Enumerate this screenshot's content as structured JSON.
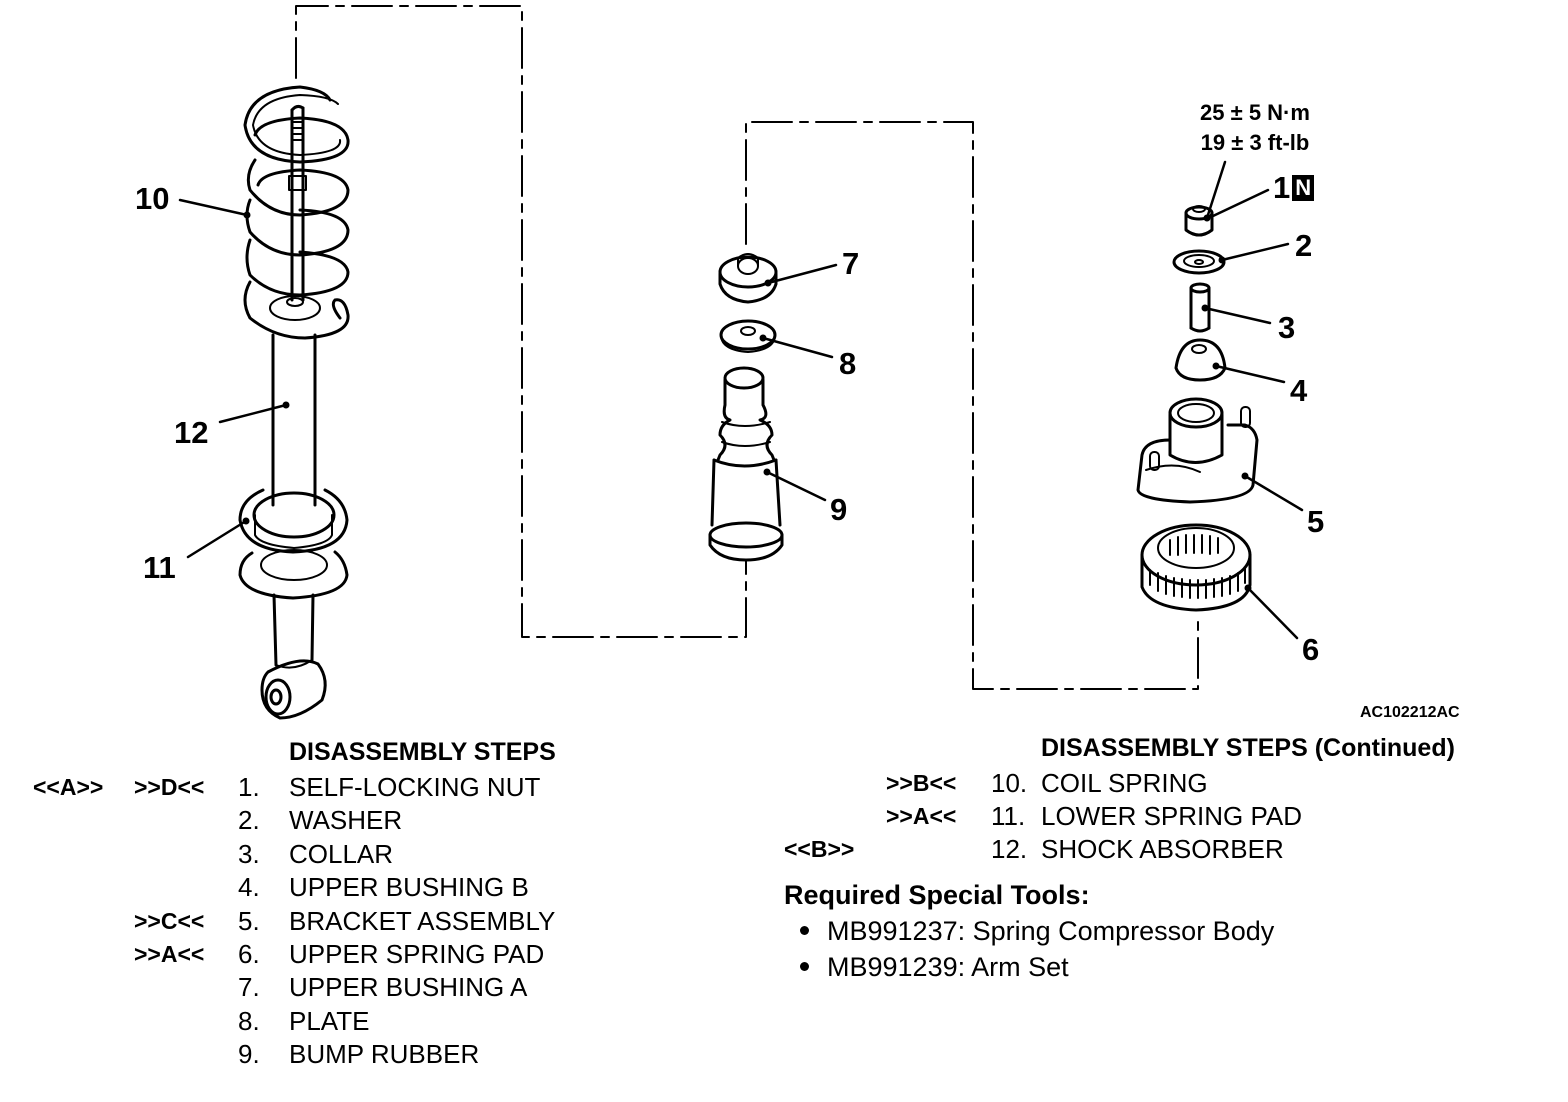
{
  "diagram": {
    "part_labels": [
      {
        "num": "1",
        "name": "self-locking-nut",
        "marker": "N"
      },
      {
        "num": "2",
        "name": "washer"
      },
      {
        "num": "3",
        "name": "collar"
      },
      {
        "num": "4",
        "name": "upper-bushing-b"
      },
      {
        "num": "5",
        "name": "bracket-assembly"
      },
      {
        "num": "6",
        "name": "upper-spring-pad"
      },
      {
        "num": "7",
        "name": "upper-bushing-a"
      },
      {
        "num": "8",
        "name": "plate"
      },
      {
        "num": "9",
        "name": "bump-rubber"
      },
      {
        "num": "10",
        "name": "coil-spring"
      },
      {
        "num": "11",
        "name": "lower-spring-pad"
      },
      {
        "num": "12",
        "name": "shock-absorber"
      }
    ],
    "torque_nm": "25 ± 5 N·m",
    "torque_ftlb": "19 ± 3 ft-lb",
    "figure_code": "AC102212AC"
  },
  "steps": {
    "title": "DISASSEMBLY STEPS",
    "items": [
      {
        "left_mark": "<<A>>",
        "mark": ">>D<<",
        "num": "1.",
        "text": "SELF-LOCKING NUT"
      },
      {
        "left_mark": "",
        "mark": "",
        "num": "2.",
        "text": "WASHER"
      },
      {
        "left_mark": "",
        "mark": "",
        "num": "3.",
        "text": "COLLAR"
      },
      {
        "left_mark": "",
        "mark": "",
        "num": "4.",
        "text": "UPPER BUSHING B"
      },
      {
        "left_mark": "",
        "mark": ">>C<<",
        "num": "5.",
        "text": "BRACKET ASSEMBLY"
      },
      {
        "left_mark": "",
        "mark": ">>A<<",
        "num": "6.",
        "text": "UPPER SPRING PAD"
      },
      {
        "left_mark": "",
        "mark": "",
        "num": "7.",
        "text": "UPPER BUSHING A"
      },
      {
        "left_mark": "",
        "mark": "",
        "num": "8.",
        "text": "PLATE"
      },
      {
        "left_mark": "",
        "mark": "",
        "num": "9.",
        "text": "BUMP RUBBER"
      }
    ]
  },
  "steps_continued": {
    "title": "DISASSEMBLY STEPS (Continued)",
    "items": [
      {
        "left_mark": "",
        "mark": ">>B<<",
        "num": "10.",
        "text": "COIL SPRING"
      },
      {
        "left_mark": "",
        "mark": ">>A<<",
        "num": "11.",
        "text": "LOWER SPRING PAD"
      },
      {
        "left_mark": "<<B>>",
        "mark": "",
        "num": "12.",
        "text": "SHOCK ABSORBER"
      }
    ]
  },
  "tools": {
    "title": "Required Special Tools:",
    "items": [
      "MB991237: Spring Compressor Body",
      "MB991239: Arm Set"
    ]
  }
}
